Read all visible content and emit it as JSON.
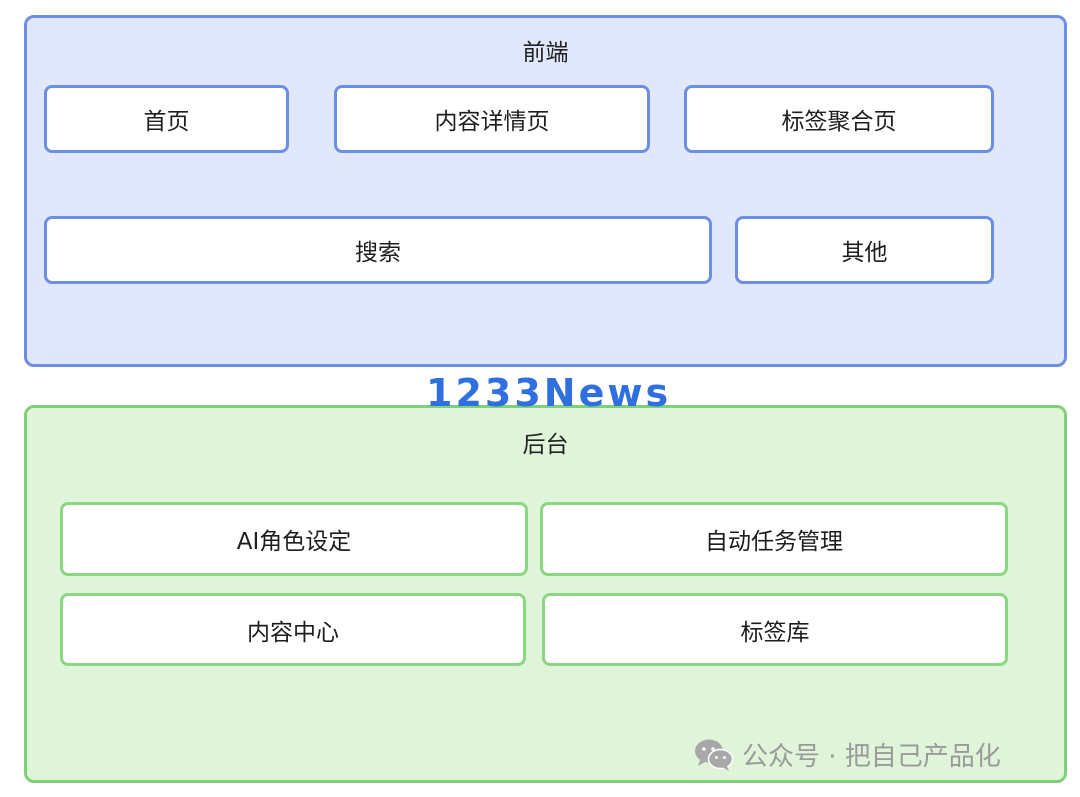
{
  "frontend": {
    "title": "前端",
    "pages": [
      "首页",
      "内容详情页",
      "标签聚合页"
    ],
    "search": "搜索",
    "other": "其他"
  },
  "logo": "1233News",
  "backend": {
    "title": "后台",
    "modules": [
      "AI角色设定",
      "自动任务管理",
      "内容中心",
      "标签库"
    ]
  },
  "watermark": {
    "icon": "wechat-icon",
    "text": "公众号 · 把自己产品化"
  },
  "colors": {
    "frontend_border": "#6d8ee6",
    "frontend_fill": "#e1e8fb",
    "backend_border": "#7fd07a",
    "backend_fill": "#e0f4d9",
    "logo": "#2f6fe0"
  }
}
